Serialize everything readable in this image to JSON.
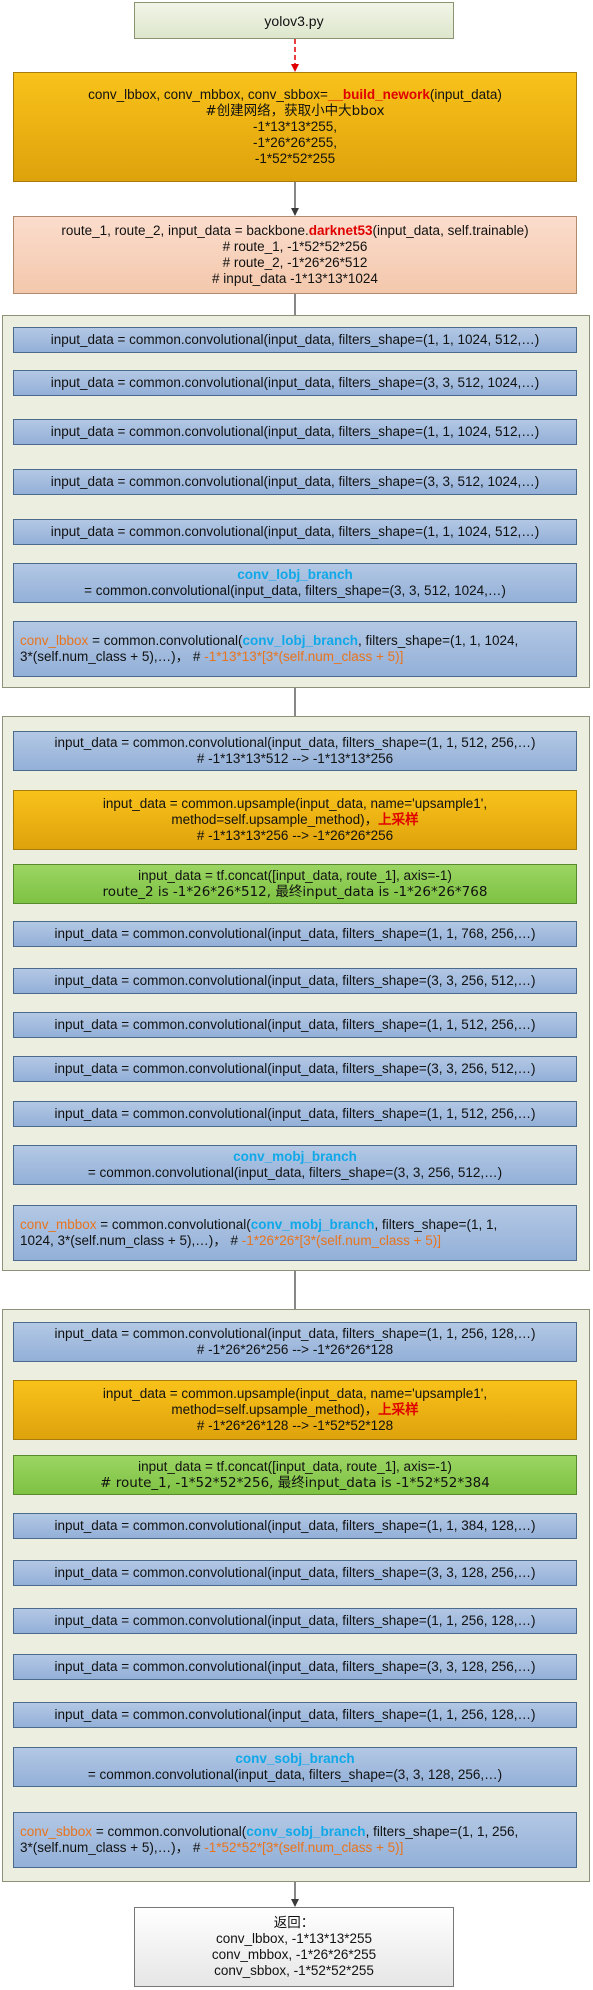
{
  "title": "yolov3.py",
  "build": {
    "pre": "conv_lbbox, conv_mbbox, conv_sbbox=",
    "func": "__build_nework",
    "post": "(input_data)",
    "comment": "#创建网络，获取小中大bbox",
    "shapes": [
      "-1*13*13*255,",
      "-1*26*26*255,",
      "-1*52*52*255"
    ]
  },
  "backbone": {
    "pre": "route_1, route_2, input_data = backbone.",
    "func": "darknet53",
    "post": "(input_data, self.trainable)",
    "lines": [
      "#  route_1,  -1*52*52*256",
      "#  route_2,  -1*26*26*512",
      "#  input_data  -1*13*13*1024"
    ]
  },
  "group1": {
    "convs": [
      "input_data = common.convolutional(input_data, filters_shape=(1, 1,  1024,  512,…)",
      "input_data = common.convolutional(input_data, filters_shape=(3, 3,  512,  1024,…)",
      "input_data = common.convolutional(input_data, filters_shape=(1, 1,  1024,  512,…)",
      "input_data = common.convolutional(input_data, filters_shape=(3, 3,  512,  1024,…)",
      "input_data = common.convolutional(input_data, filters_shape=(1, 1,  1024,  512,…)"
    ],
    "branch_name": "conv_lobj_branch",
    "branch_line": "= common.convolutional(input_data, filters_shape=(3, 3,  512,  1024,…)",
    "out_name": "conv_lbbox",
    "out_mid": " = common.convolutional(",
    "out_branch": "conv_lobj_branch",
    "out_post": ", filters_shape=(1, 1,  1024,",
    "out_line2": "3*(self.num_class + 5),…)， # ",
    "out_shape": "-1*13*13*[3*(self.num_class + 5)]"
  },
  "group2": {
    "conv_a": "input_data = common.convolutional(input_data, filters_shape=(1, 1,  512,  256,…)",
    "conv_a_note": "# -1*13*13*512 --> -1*13*13*256",
    "upsample_line1": "input_data = common.upsample(input_data, name='upsample1',",
    "upsample_line2": "method=self.upsample_method)，",
    "upsample_tag": "上采样",
    "upsample_note": "# -1*13*13*256 --> -1*26*26*256",
    "concat_line1": "input_data = tf.concat([input_data, route_1], axis=-1)",
    "concat_line2": "route_2 is -1*26*26*512, 最终input_data is -1*26*26*768",
    "convs": [
      "input_data = common.convolutional(input_data, filters_shape=(1, 1,  768,  256,…)",
      "input_data = common.convolutional(input_data, filters_shape=(3, 3, 256,  512,…)",
      "input_data = common.convolutional(input_data, filters_shape=(1, 1,  512,  256,…)",
      "input_data = common.convolutional(input_data, filters_shape=(3, 3,  256,  512,…)",
      "input_data = common.convolutional(input_data, filters_shape=(1, 1,  512,  256,…)"
    ],
    "branch_name": "conv_mobj_branch",
    "branch_line": "= common.convolutional(input_data, filters_shape=(3, 3, 256,  512,…)",
    "out_name": "conv_mbbox",
    "out_mid": " = common.convolutional(",
    "out_branch": "conv_mobj_branch",
    "out_post": ", filters_shape=(1, 1,",
    "out_line2": "1024,  3*(self.num_class + 5),…)， # ",
    "out_shape": "-1*26*26*[3*(self.num_class + 5)]"
  },
  "group3": {
    "conv_a": "input_data = common.convolutional(input_data, filters_shape=(1, 1,  256,  128,…)",
    "conv_a_note": "# -1*26*26*256 --> -1*26*26*128",
    "upsample_line1": "input_data = common.upsample(input_data, name='upsample1',",
    "upsample_line2": "method=self.upsample_method)，",
    "upsample_tag": "上采样",
    "upsample_note": "# -1*26*26*128 --> -1*52*52*128",
    "concat_line1": "input_data = tf.concat([input_data, route_1], axis=-1)",
    "concat_line2": "#  route_1,  -1*52*52*256, 最终input_data is -1*52*52*384",
    "convs": [
      "input_data = common.convolutional(input_data, filters_shape=(1, 1,  384,  128,…)",
      "input_data = common.convolutional(input_data, filters_shape=(3, 3, 128,  256,…)",
      "input_data = common.convolutional(input_data, filters_shape=(1, 1,  256,  128,…)",
      "input_data = common.convolutional(input_data, filters_shape=(3, 3,  128,  256,…)",
      "input_data = common.convolutional(input_data, filters_shape=(1, 1,  256,  128,…)"
    ],
    "branch_name": "conv_sobj_branch",
    "branch_line": "= common.convolutional(input_data, filters_shape=(3, 3, 128,  256,…)",
    "out_name": "conv_sbbox",
    "out_mid": " = common.convolutional(",
    "out_branch": "conv_sobj_branch",
    "out_post": ", filters_shape=(1, 1,  256,",
    "out_line2": "3*(self.num_class + 5),…)， # ",
    "out_shape": "-1*52*52*[3*(self.num_class + 5)]"
  },
  "returns": {
    "label": "返回：",
    "lines": [
      "conv_lbbox, -1*13*13*255",
      "conv_mbbox, -1*26*26*255",
      "conv_sbbox, -1*52*52*255"
    ]
  },
  "colors": {
    "accent_red": "#e00000",
    "branch_cyan": "#10a8e8",
    "shape_orange": "#e8741e"
  }
}
